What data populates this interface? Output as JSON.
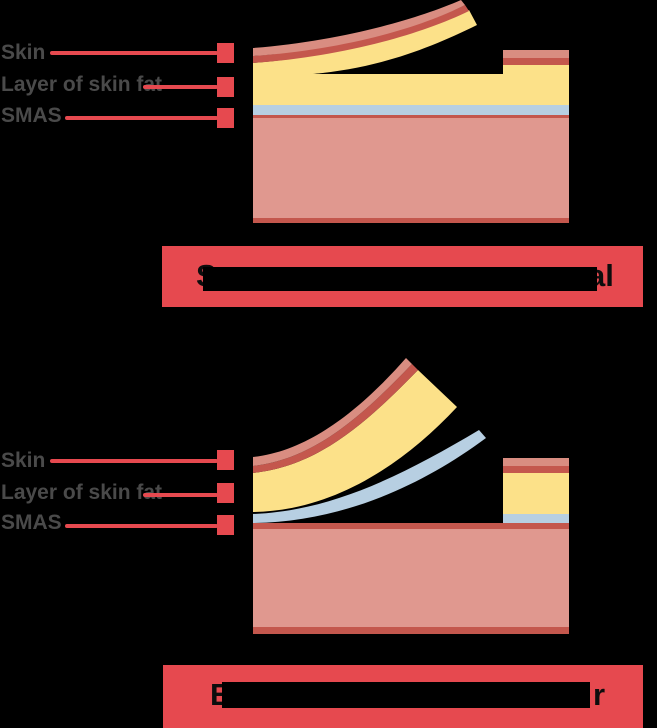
{
  "page": {
    "background": "#000000"
  },
  "colors": {
    "accent_red": "#e6494f",
    "skin_pink": "#d98d81",
    "skin_dark_red": "#c4574d",
    "fat_yellow": "#fce189",
    "smas_blue": "#b7cfe2",
    "tissue_pink": "#e0988f",
    "tissue_edge": "#c4574d",
    "label_text": "#4a4a4a",
    "redaction_black": "#000000",
    "banner_text": "#0d0d0d"
  },
  "panel1": {
    "labels": [
      {
        "text": "Skin"
      },
      {
        "text": "Layer of skin fat"
      },
      {
        "text": "SMAS"
      }
    ],
    "banner": {
      "visible_start": "S",
      "visible_end": "al",
      "redacted": true
    }
  },
  "panel2": {
    "labels": [
      {
        "text": "Skin"
      },
      {
        "text": "Layer of skin fat"
      },
      {
        "text": "SMAS"
      }
    ],
    "banner": {
      "visible_start": "E",
      "visible_end": "r",
      "redacted": true
    }
  }
}
